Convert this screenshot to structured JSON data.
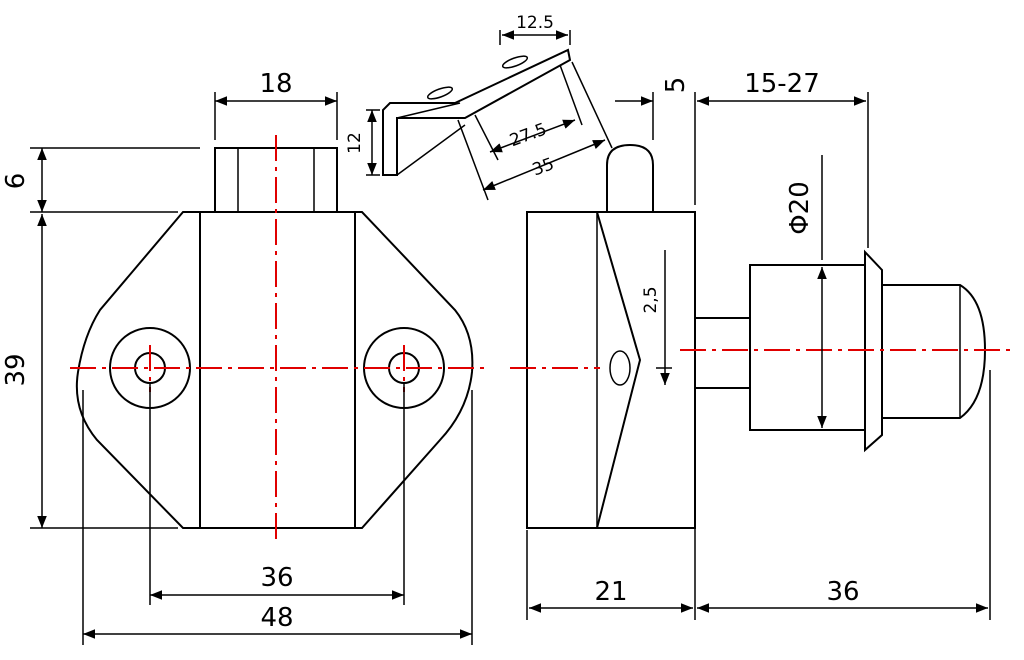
{
  "dimensions": {
    "d18": "18",
    "d6": "6",
    "d39": "39",
    "d36_bottom_left": "36",
    "d48": "48",
    "d12_5": "12.5",
    "d12": "12",
    "d27_5": "27.5",
    "d35": "35",
    "d5": "5",
    "d15_27": "15-27",
    "d_phi20": "Φ20",
    "d2_5": "2,5",
    "d21": "21",
    "d36_bottom_right": "36"
  }
}
